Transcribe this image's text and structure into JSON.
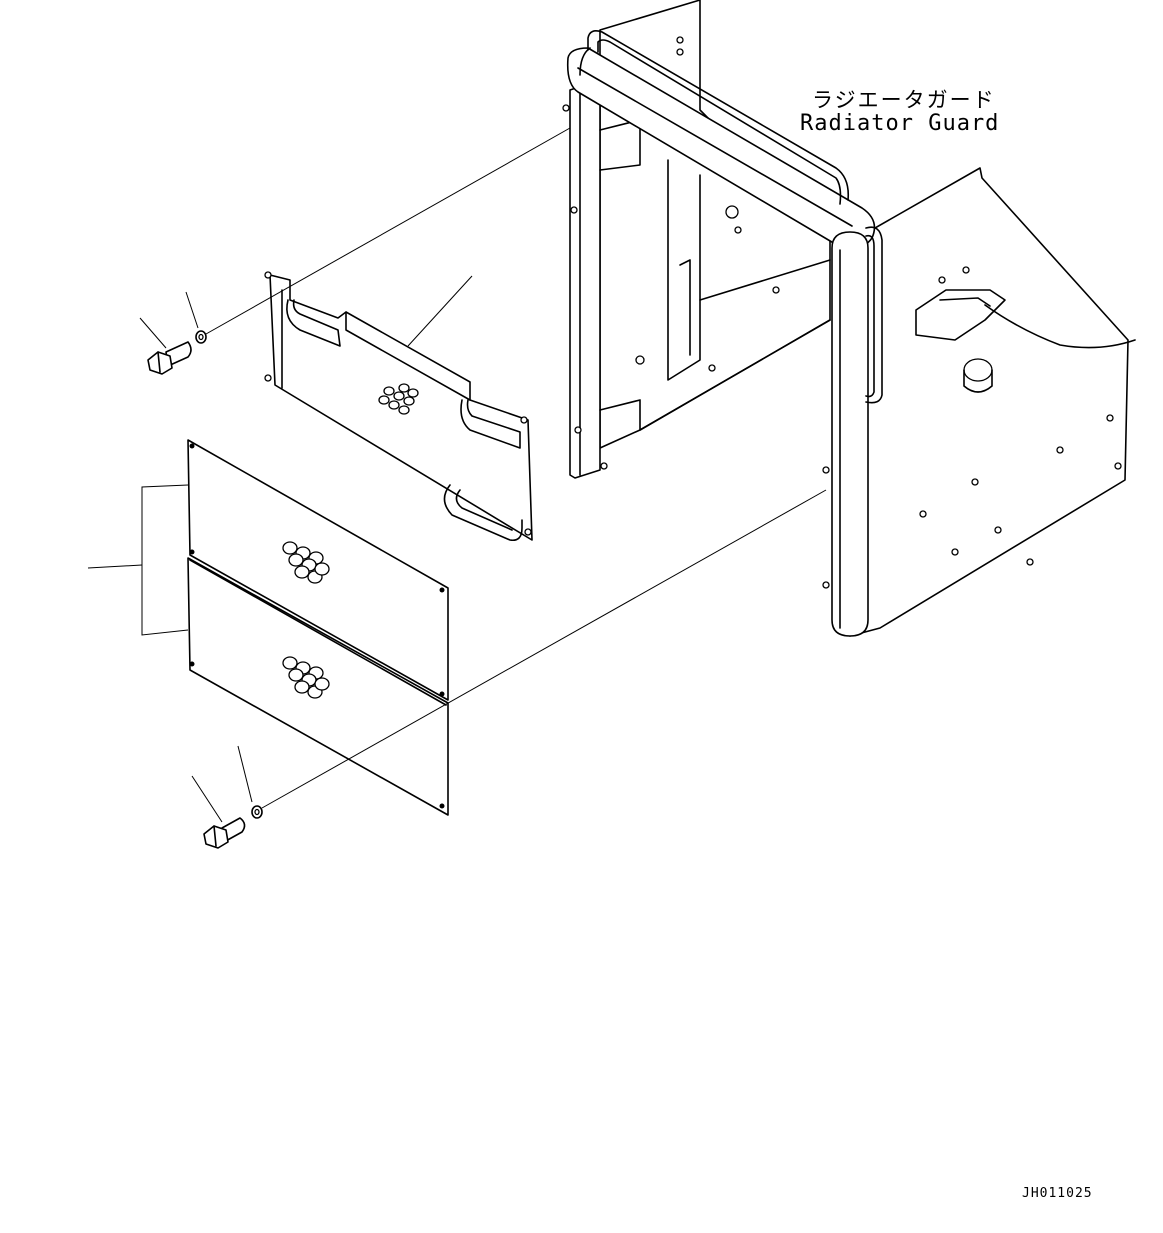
{
  "labels": {
    "name_jp": "ラジエータガード",
    "name_en": "Radiator Guard",
    "drawing_number": "JH011025"
  }
}
